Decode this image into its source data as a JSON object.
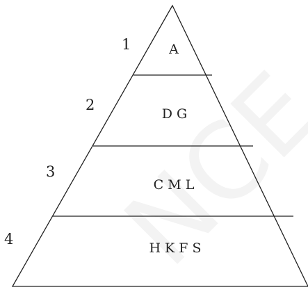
{
  "levels": [
    {
      "number": "1",
      "letters": "A"
    },
    {
      "number": "2",
      "letters": "D G"
    },
    {
      "number": "3",
      "letters": "C M L"
    },
    {
      "number": "4",
      "letters": "H K F S"
    }
  ],
  "watermark": "NCE",
  "colors": {
    "line": "#222222",
    "background": "#ffffff"
  }
}
